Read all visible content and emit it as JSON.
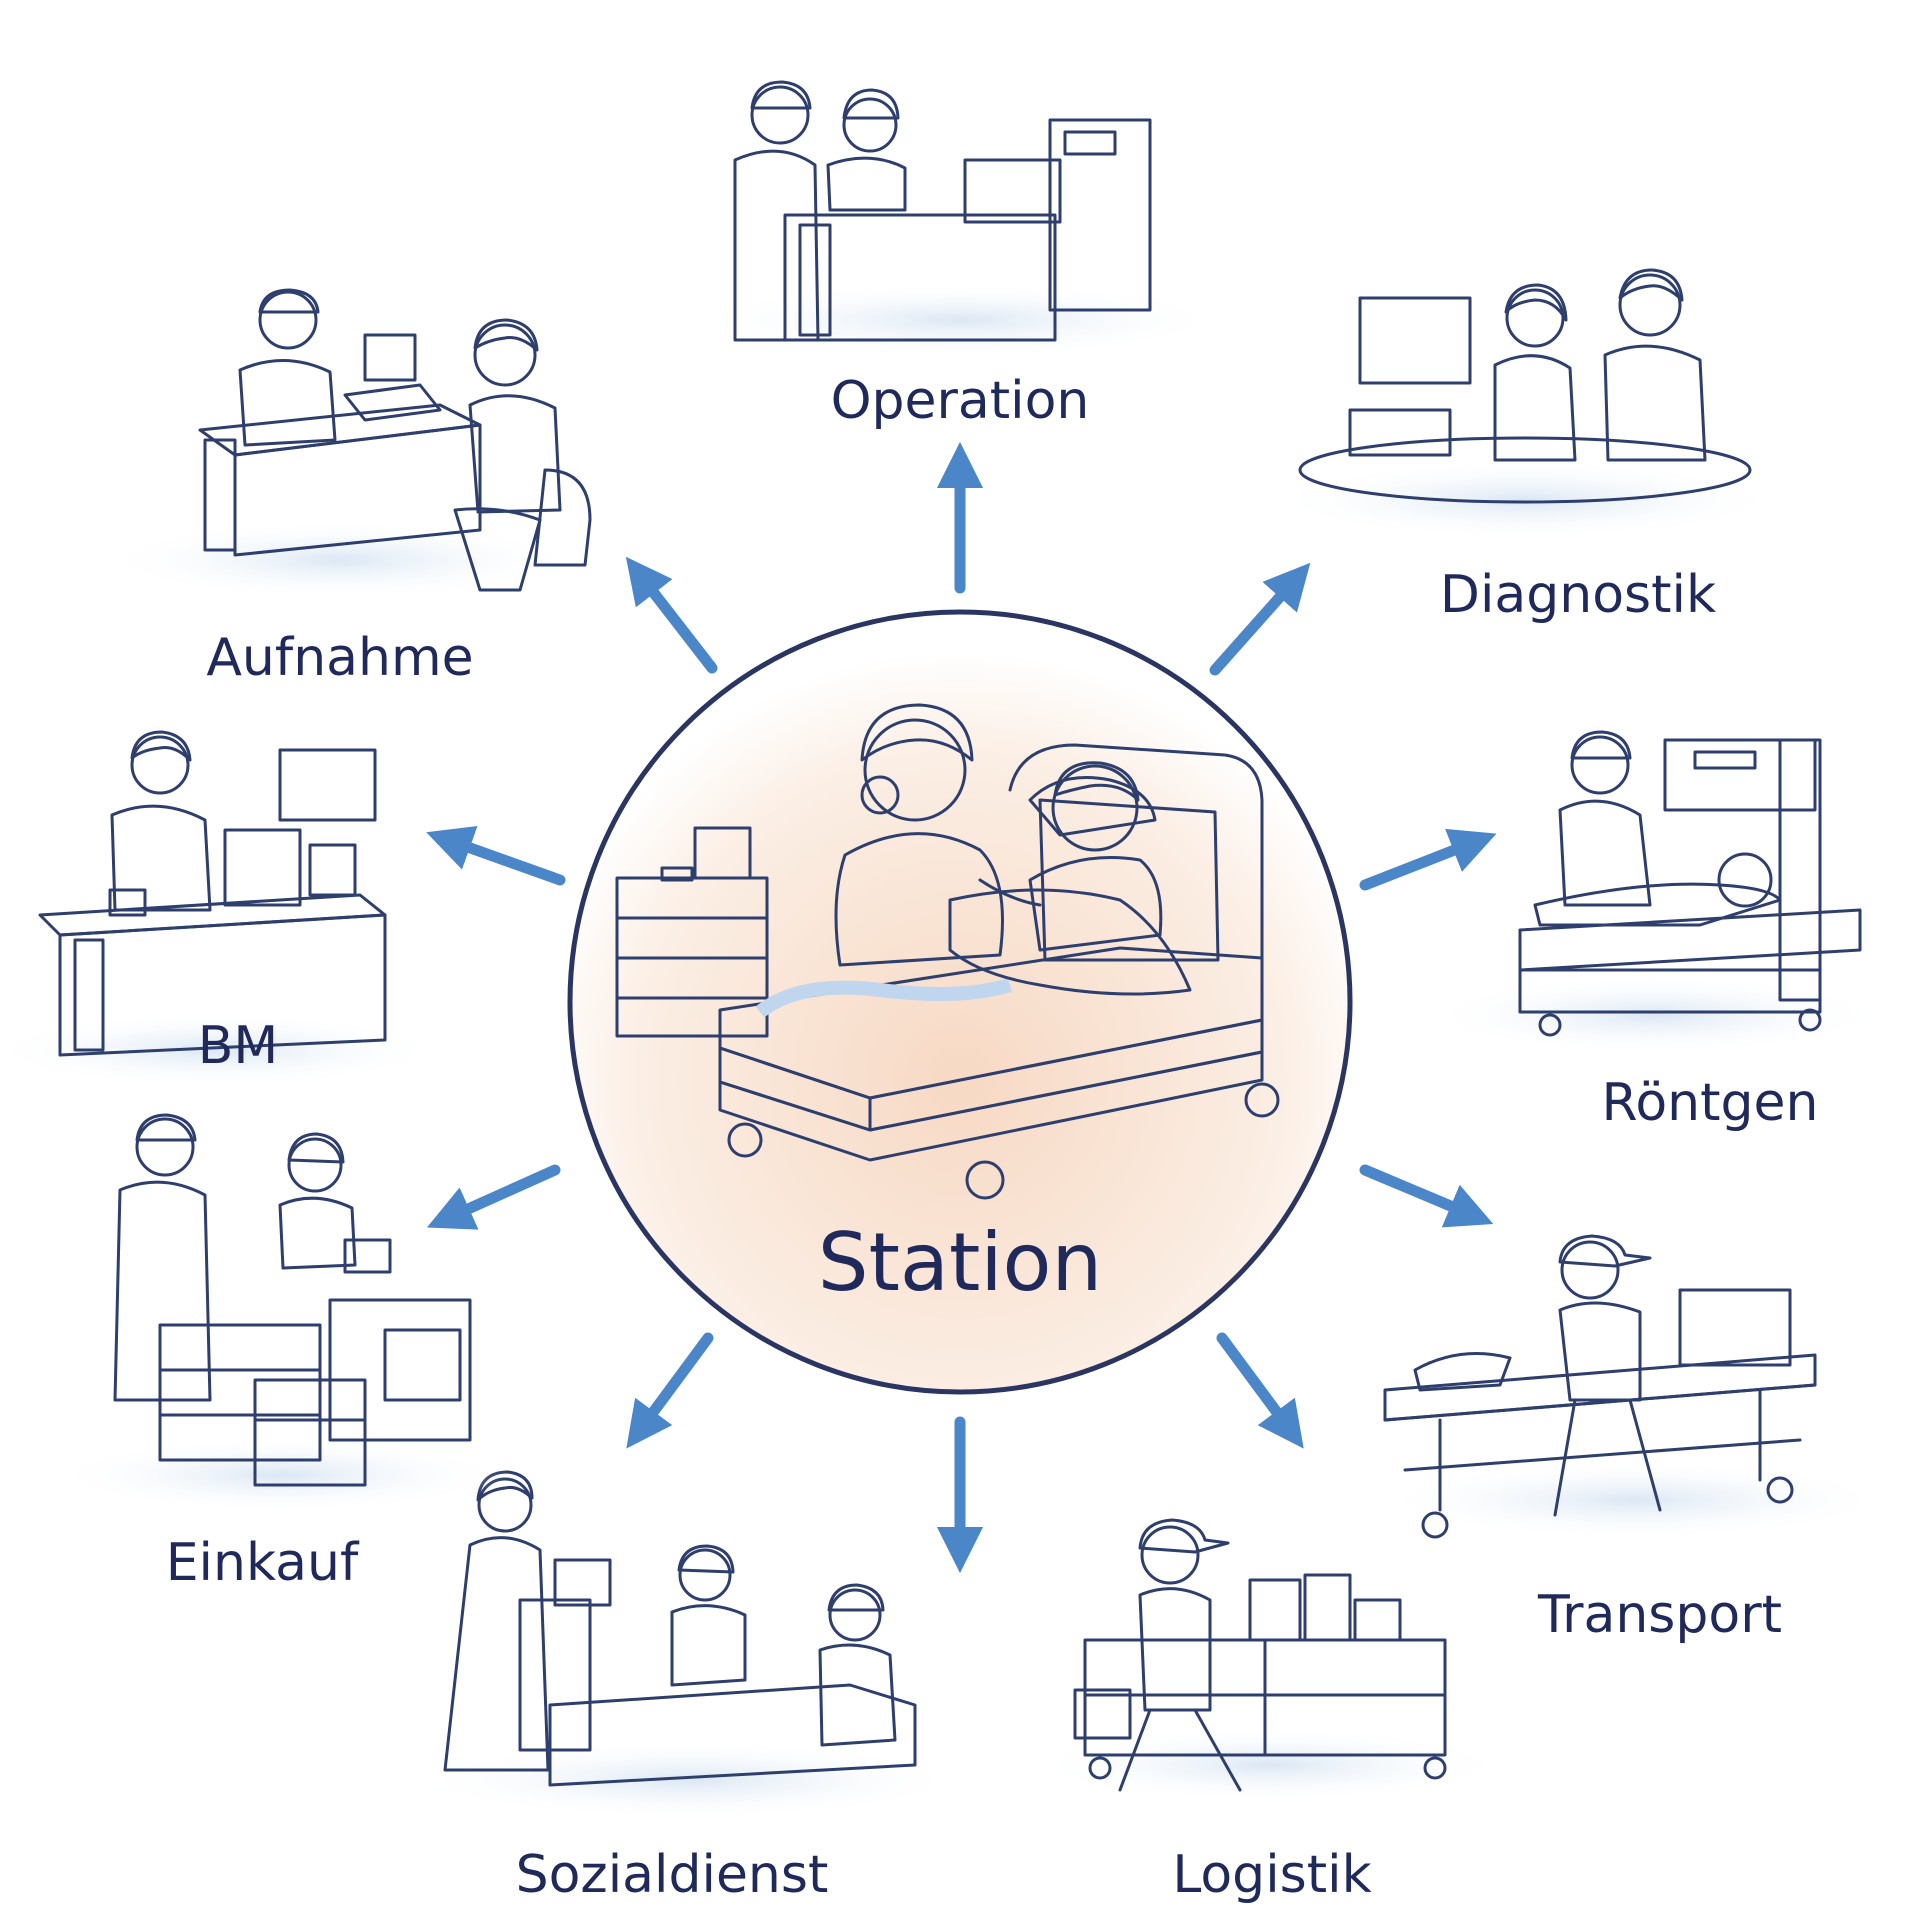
{
  "center": {
    "label": "Station"
  },
  "departments": [
    {
      "label": "Operation"
    },
    {
      "label": "Diagnostik"
    },
    {
      "label": "Röntgen"
    },
    {
      "label": "Transport"
    },
    {
      "label": "Logistik"
    },
    {
      "label": "Sozialdienst"
    },
    {
      "label": "Einkauf"
    },
    {
      "label": "BM"
    },
    {
      "label": "Aufnahme"
    }
  ],
  "colors": {
    "arrow": "#4a86c8",
    "text": "#1f2a5a",
    "scrub_blue": "#8fb8e3",
    "furniture": "#e6edf6",
    "shadow": "#dbe7f4",
    "orange": "#f08a3a",
    "circle_border": "#2a3562",
    "floor_glow": "#f7d9c4"
  }
}
